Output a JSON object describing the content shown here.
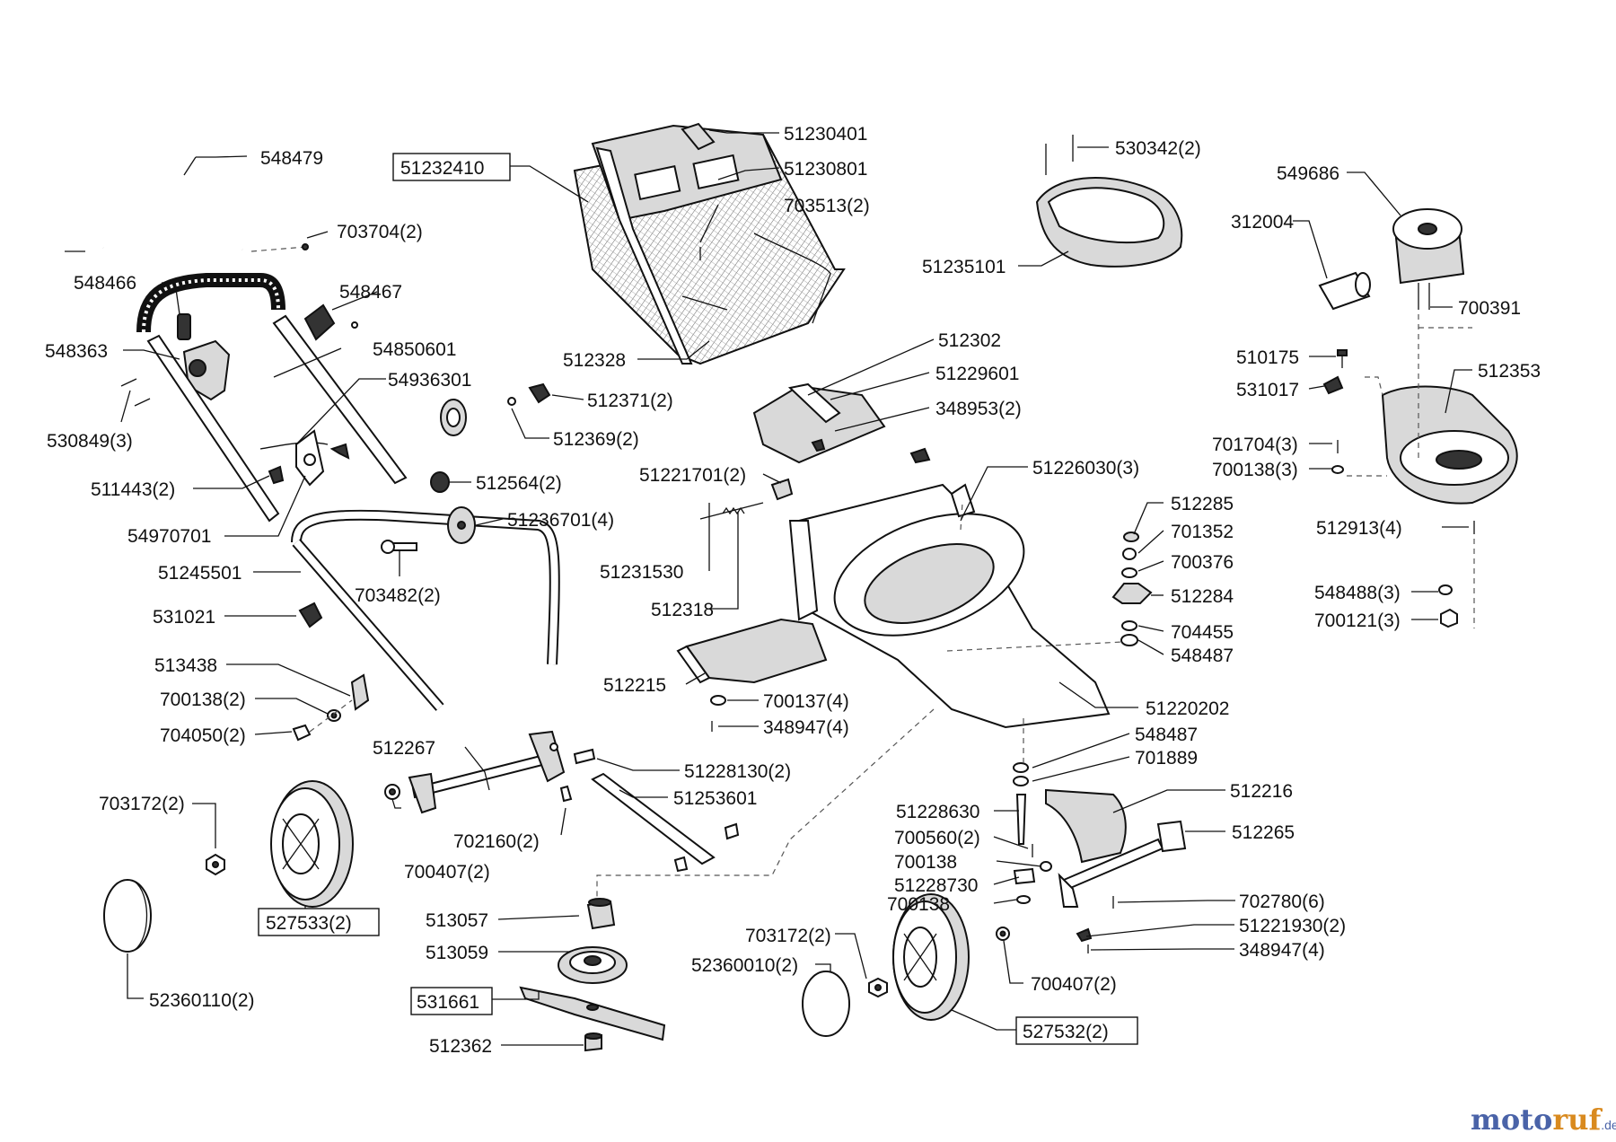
{
  "labels": {
    "l548479": "548479",
    "l703704": "703704(2)",
    "l548466": "548466",
    "l548467": "548467",
    "l548363": "548363",
    "l54850601": "54850601",
    "l54936301": "54936301",
    "l530849": "530849(3)",
    "l511443": "511443(2)",
    "l54970701": "54970701",
    "l51245501": "51245501",
    "l531021": "531021",
    "l513438": "513438",
    "l700138_2": "700138(2)",
    "l704050": "704050(2)",
    "l703172_l": "703172(2)",
    "l527533": "527533(2)",
    "l52360110": "52360110(2)",
    "l51232410": "51232410",
    "l51230401": "51230401",
    "l51230801": "51230801",
    "l703513": "703513(2)",
    "l512328": "512328",
    "l512371": "512371(2)",
    "l512369": "512369(2)",
    "l512564": "512564(2)",
    "l51236701": "51236701(4)",
    "l703482": "703482(2)",
    "l512267": "512267",
    "l700407_l": "700407(2)",
    "l702160": "702160(2)",
    "l51228130": "51228130(2)",
    "l51253601": "51253601",
    "l513057": "513057",
    "l513059": "513059",
    "l531661": "531661",
    "l512362": "512362",
    "l530342": "530342(2)",
    "l51235101": "51235101",
    "l512302": "512302",
    "l51229601": "51229601",
    "l348953": "348953(2)",
    "l51221701": "51221701(2)",
    "l51226030": "51226030(3)",
    "l51231530": "51231530",
    "l512318": "512318",
    "l512215": "512215",
    "l700137": "700137(4)",
    "l348947_a": "348947(4)",
    "l51220202": "51220202",
    "l548487_a": "548487",
    "l701889": "701889",
    "l51228630": "51228630",
    "l700560": "700560(2)",
    "l700138_b": "700138",
    "l51228730": "51228730",
    "l700138_c": "700138",
    "l512216": "512216",
    "l512265": "512265",
    "l702780": "702780(6)",
    "l51221930": "51221930(2)",
    "l348947_b": "348947(4)",
    "l703172_r": "703172(2)",
    "l52360010": "52360010(2)",
    "l700407_r": "700407(2)",
    "l527532": "527532(2)",
    "l549686": "549686",
    "l312004": "312004",
    "l700391": "700391",
    "l510175": "510175",
    "l531017": "531017",
    "l512353": "512353",
    "l701704": "701704(3)",
    "l700138_3": "700138(3)",
    "l512913": "512913(4)",
    "l548488": "548488(3)",
    "l700121": "700121(3)",
    "l512285": "512285",
    "l701352": "701352",
    "l700376": "700376",
    "l512284": "512284",
    "l704455": "704455",
    "l548487_b": "548487"
  },
  "watermark": {
    "part1": "moto",
    "part2": "ruf",
    "suffix": ".de"
  }
}
